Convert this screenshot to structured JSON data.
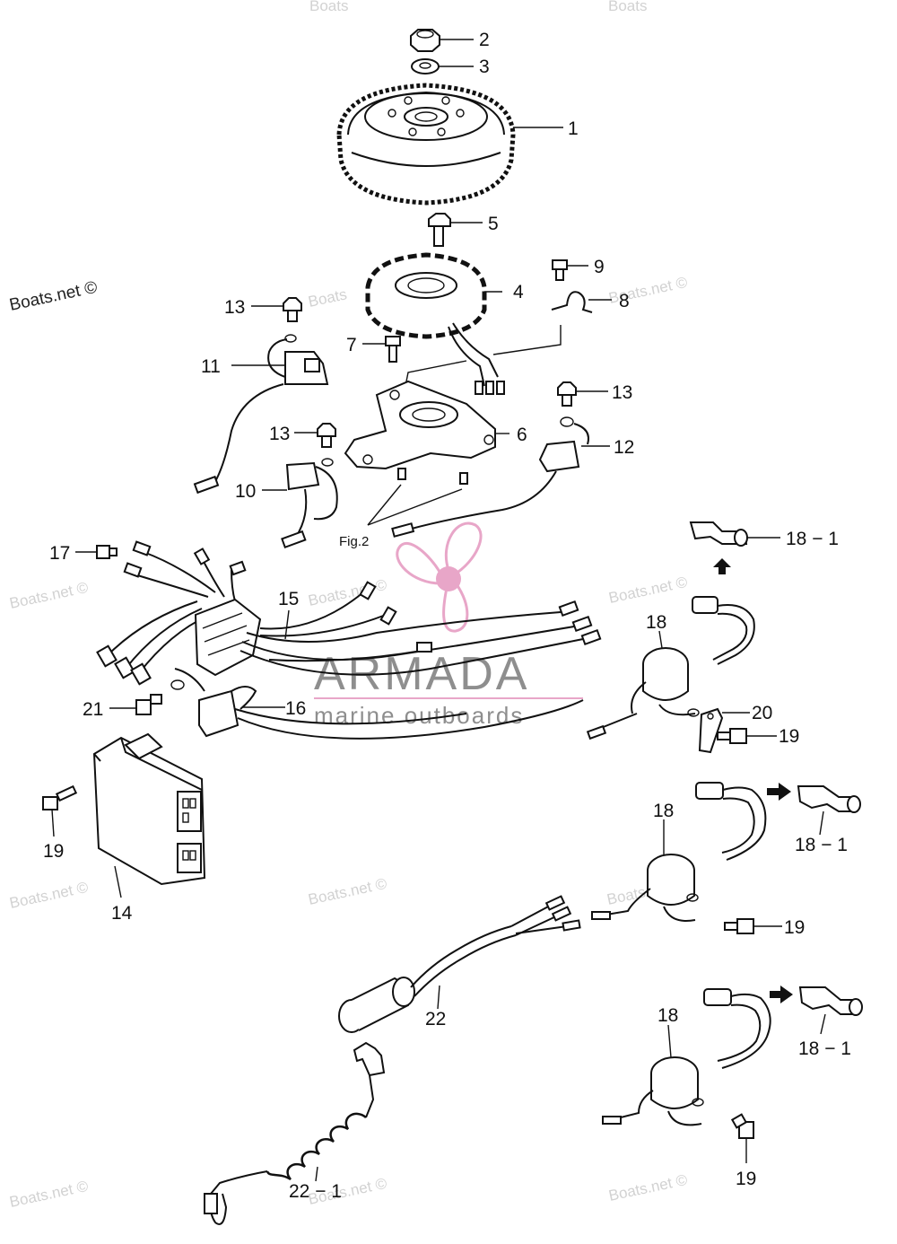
{
  "diagram": {
    "callouts": [
      {
        "id": "2",
        "text": "2"
      },
      {
        "id": "3",
        "text": "3"
      },
      {
        "id": "1",
        "text": "1"
      },
      {
        "id": "5",
        "text": "5"
      },
      {
        "id": "9",
        "text": "9"
      },
      {
        "id": "4",
        "text": "4"
      },
      {
        "id": "8",
        "text": "8"
      },
      {
        "id": "13a",
        "text": "13"
      },
      {
        "id": "7",
        "text": "7"
      },
      {
        "id": "11",
        "text": "11"
      },
      {
        "id": "13b",
        "text": "13"
      },
      {
        "id": "13c",
        "text": "13"
      },
      {
        "id": "6",
        "text": "6"
      },
      {
        "id": "12",
        "text": "12"
      },
      {
        "id": "10",
        "text": "10"
      },
      {
        "id": "18-1a",
        "text": "18 − 1"
      },
      {
        "id": "17",
        "text": "17"
      },
      {
        "id": "15",
        "text": "15"
      },
      {
        "id": "18a",
        "text": "18"
      },
      {
        "id": "21",
        "text": "21"
      },
      {
        "id": "16",
        "text": "16"
      },
      {
        "id": "20",
        "text": "20"
      },
      {
        "id": "19a",
        "text": "19"
      },
      {
        "id": "19b",
        "text": "19"
      },
      {
        "id": "18b",
        "text": "18"
      },
      {
        "id": "18-1b",
        "text": "18 − 1"
      },
      {
        "id": "14",
        "text": "14"
      },
      {
        "id": "19c",
        "text": "19"
      },
      {
        "id": "22",
        "text": "22"
      },
      {
        "id": "18c",
        "text": "18"
      },
      {
        "id": "18-1c",
        "text": "18 − 1"
      },
      {
        "id": "19d",
        "text": "19"
      },
      {
        "id": "22-1",
        "text": "22 − 1"
      }
    ],
    "fig_label": "Fig.2"
  },
  "watermark": {
    "site": "Boats.net ©",
    "site_short": "Boats",
    "brand_name": "ARMADA",
    "brand_tagline": "marine outboards",
    "brand_color": "#e8a6c8"
  }
}
